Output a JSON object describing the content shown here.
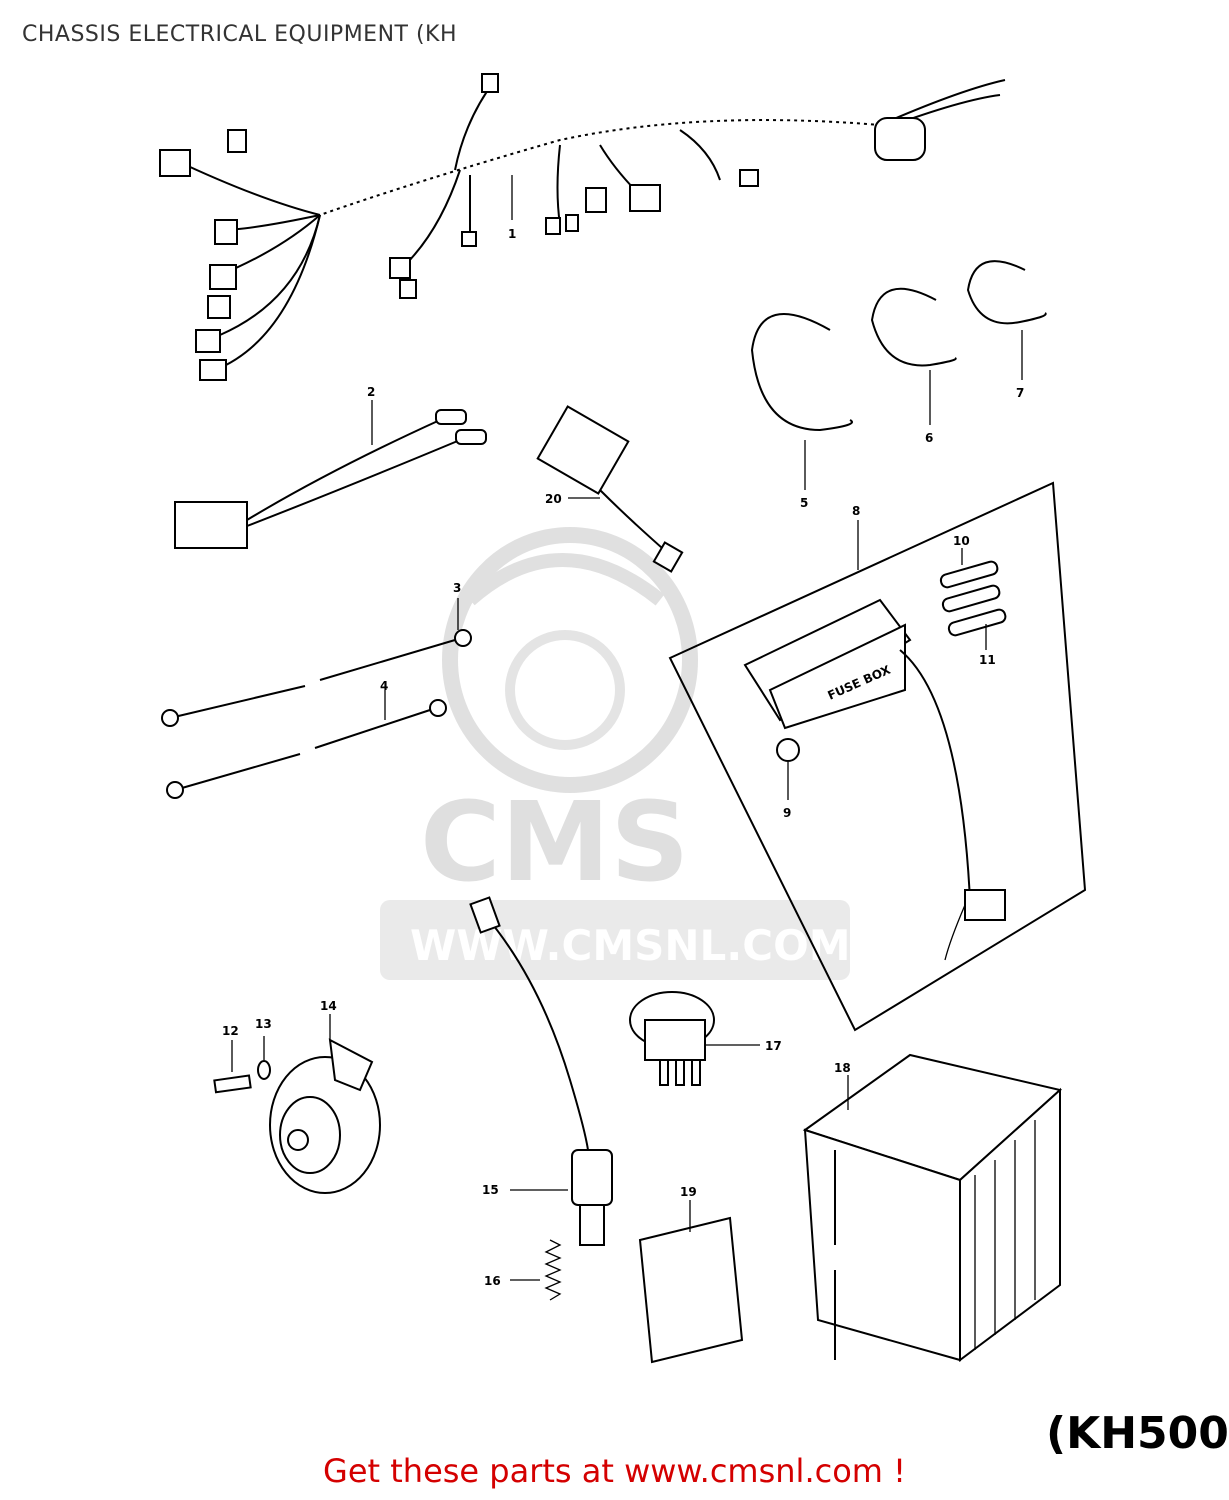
{
  "header": {
    "title": "CHASSIS ELECTRICAL EQUIPMENT (KH"
  },
  "footer": {
    "model_tag": "(KH500",
    "banner": "Get these parts at www.cmsnl.com !"
  },
  "watermark": {
    "logo_text": "CMS",
    "url_text": "WWW.CMSNL.COM"
  },
  "fuse_box_label": "FUSE BOX",
  "callouts": [
    "1",
    "2",
    "3",
    "4",
    "5",
    "6",
    "7",
    "8",
    "9",
    "10",
    "11",
    "12",
    "13",
    "14",
    "15",
    "16",
    "17",
    "18",
    "20"
  ],
  "callout_19": "19",
  "colors": {
    "banner": "#d40000",
    "watermark": "#d9d9d9",
    "line": "#000000"
  }
}
